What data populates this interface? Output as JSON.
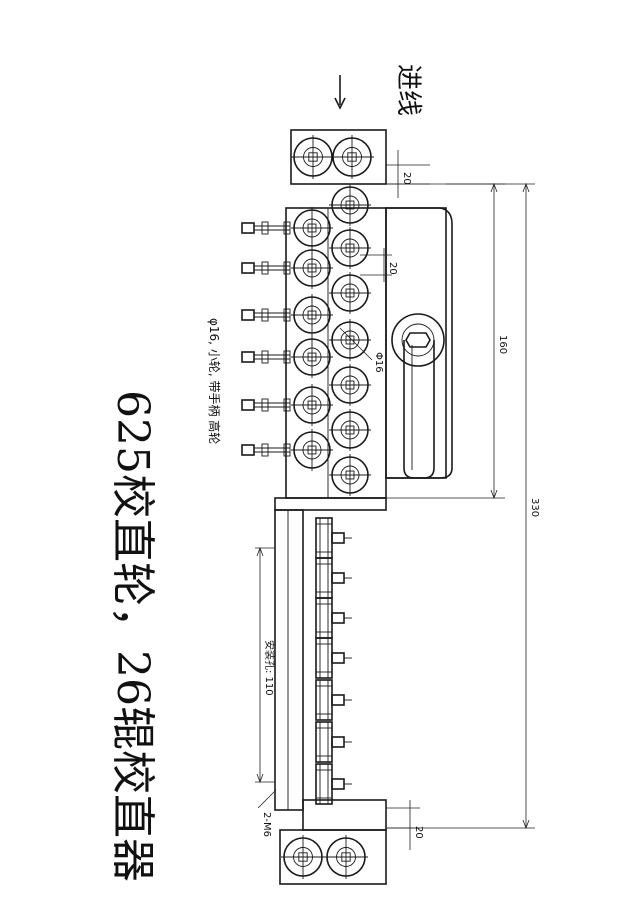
{
  "title": "625校直轮，26辊校直器",
  "feed_label": "进线",
  "bearing_note": "φ16, 小轮, 带手柄 高轮",
  "mount_holes_label": "安装孔: 110",
  "bolt_label": "2-M6",
  "hole_label": "Φ16",
  "dims": {
    "top_offset": "20",
    "roller_pitch": "20",
    "bottom_offset": "20",
    "height_160": "160",
    "total_330": "330"
  }
}
